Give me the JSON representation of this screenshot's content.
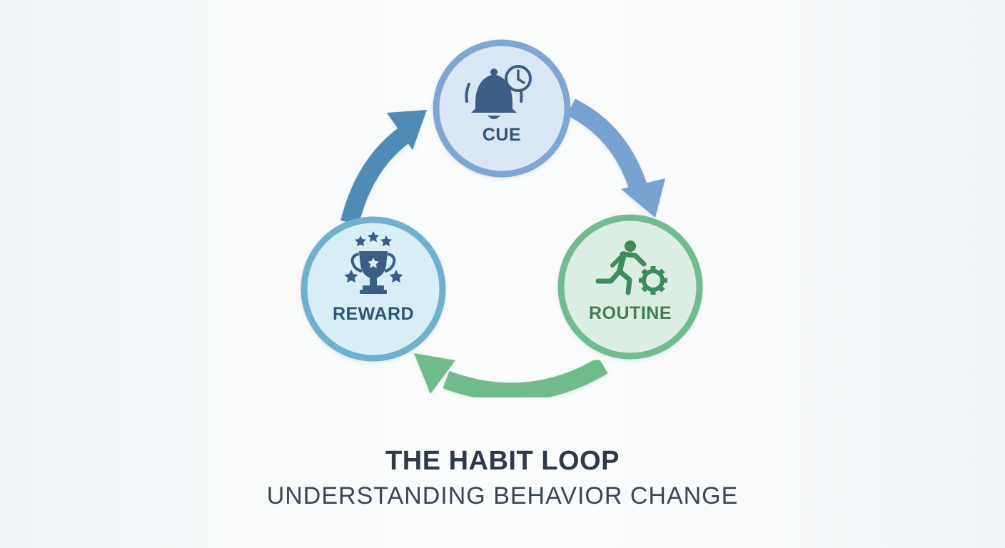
{
  "title": "THE HABIT LOOP",
  "subtitle": "UNDERSTANDING BEHAVIOR CHANGE",
  "nodes": {
    "cue": {
      "label": "CUE",
      "icon": "bell-clock-icon",
      "fill": "#d9e7f5",
      "stroke": "#7ea6d2",
      "text_color": "#2f5478"
    },
    "routine": {
      "label": "ROUTINE",
      "icon": "runner-gear-icon",
      "fill": "#dceee3",
      "stroke": "#72bb90",
      "text_color": "#3f7d58"
    },
    "reward": {
      "label": "REWARD",
      "icon": "trophy-stars-icon",
      "fill": "#d9edf7",
      "stroke": "#6fb0cf",
      "text_color": "#2f5478"
    }
  },
  "arrows": [
    {
      "from": "cue",
      "to": "routine",
      "color": "#78a3d1"
    },
    {
      "from": "routine",
      "to": "reward",
      "color": "#6fbb8c"
    },
    {
      "from": "reward",
      "to": "cue",
      "color": "#4f8bb7"
    }
  ]
}
